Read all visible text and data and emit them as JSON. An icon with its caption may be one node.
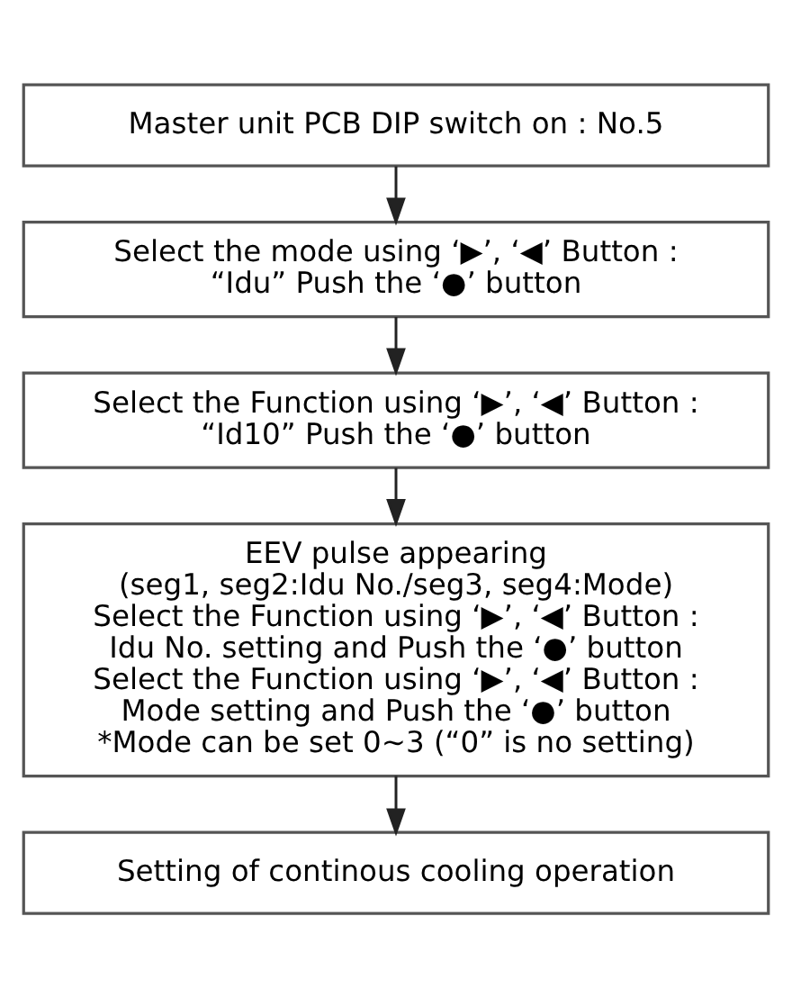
{
  "diagram": {
    "nodes": [
      {
        "text": [
          "Master unit PCB DIP switch on : No.5"
        ]
      },
      {
        "text": [
          "Select the mode using ‘▶’, ‘◀’ Button : “Idu” Push the ‘●’ button"
        ]
      },
      {
        "text": [
          "Select the Function using ‘▶’, ‘◀’ Button : “Id10” Push the ‘●’ button"
        ]
      },
      {
        "text": [
          "EEV pulse appearing",
          "(seg1, seg2:Idu No./seg3, seg4:Mode)",
          "Select the Function using ‘▶’, ‘◀’ Button : Idu No. setting and Push the ‘●’ button",
          "Select the Function using ‘▶’, ‘◀’ Button : Mode setting and Push the ‘●’ button",
          "*Mode can be set 0~3 (“0” is no setting)"
        ]
      },
      {
        "text": [
          "Setting of continous cooling operation"
        ]
      }
    ],
    "edges": [
      {
        "from": 0,
        "to": 1,
        "arrow": "to"
      },
      {
        "from": 1,
        "to": 2,
        "arrow": "to"
      },
      {
        "from": 2,
        "to": 3,
        "arrow": "to"
      },
      {
        "from": 3,
        "to": 4,
        "arrow": "to"
      }
    ]
  }
}
